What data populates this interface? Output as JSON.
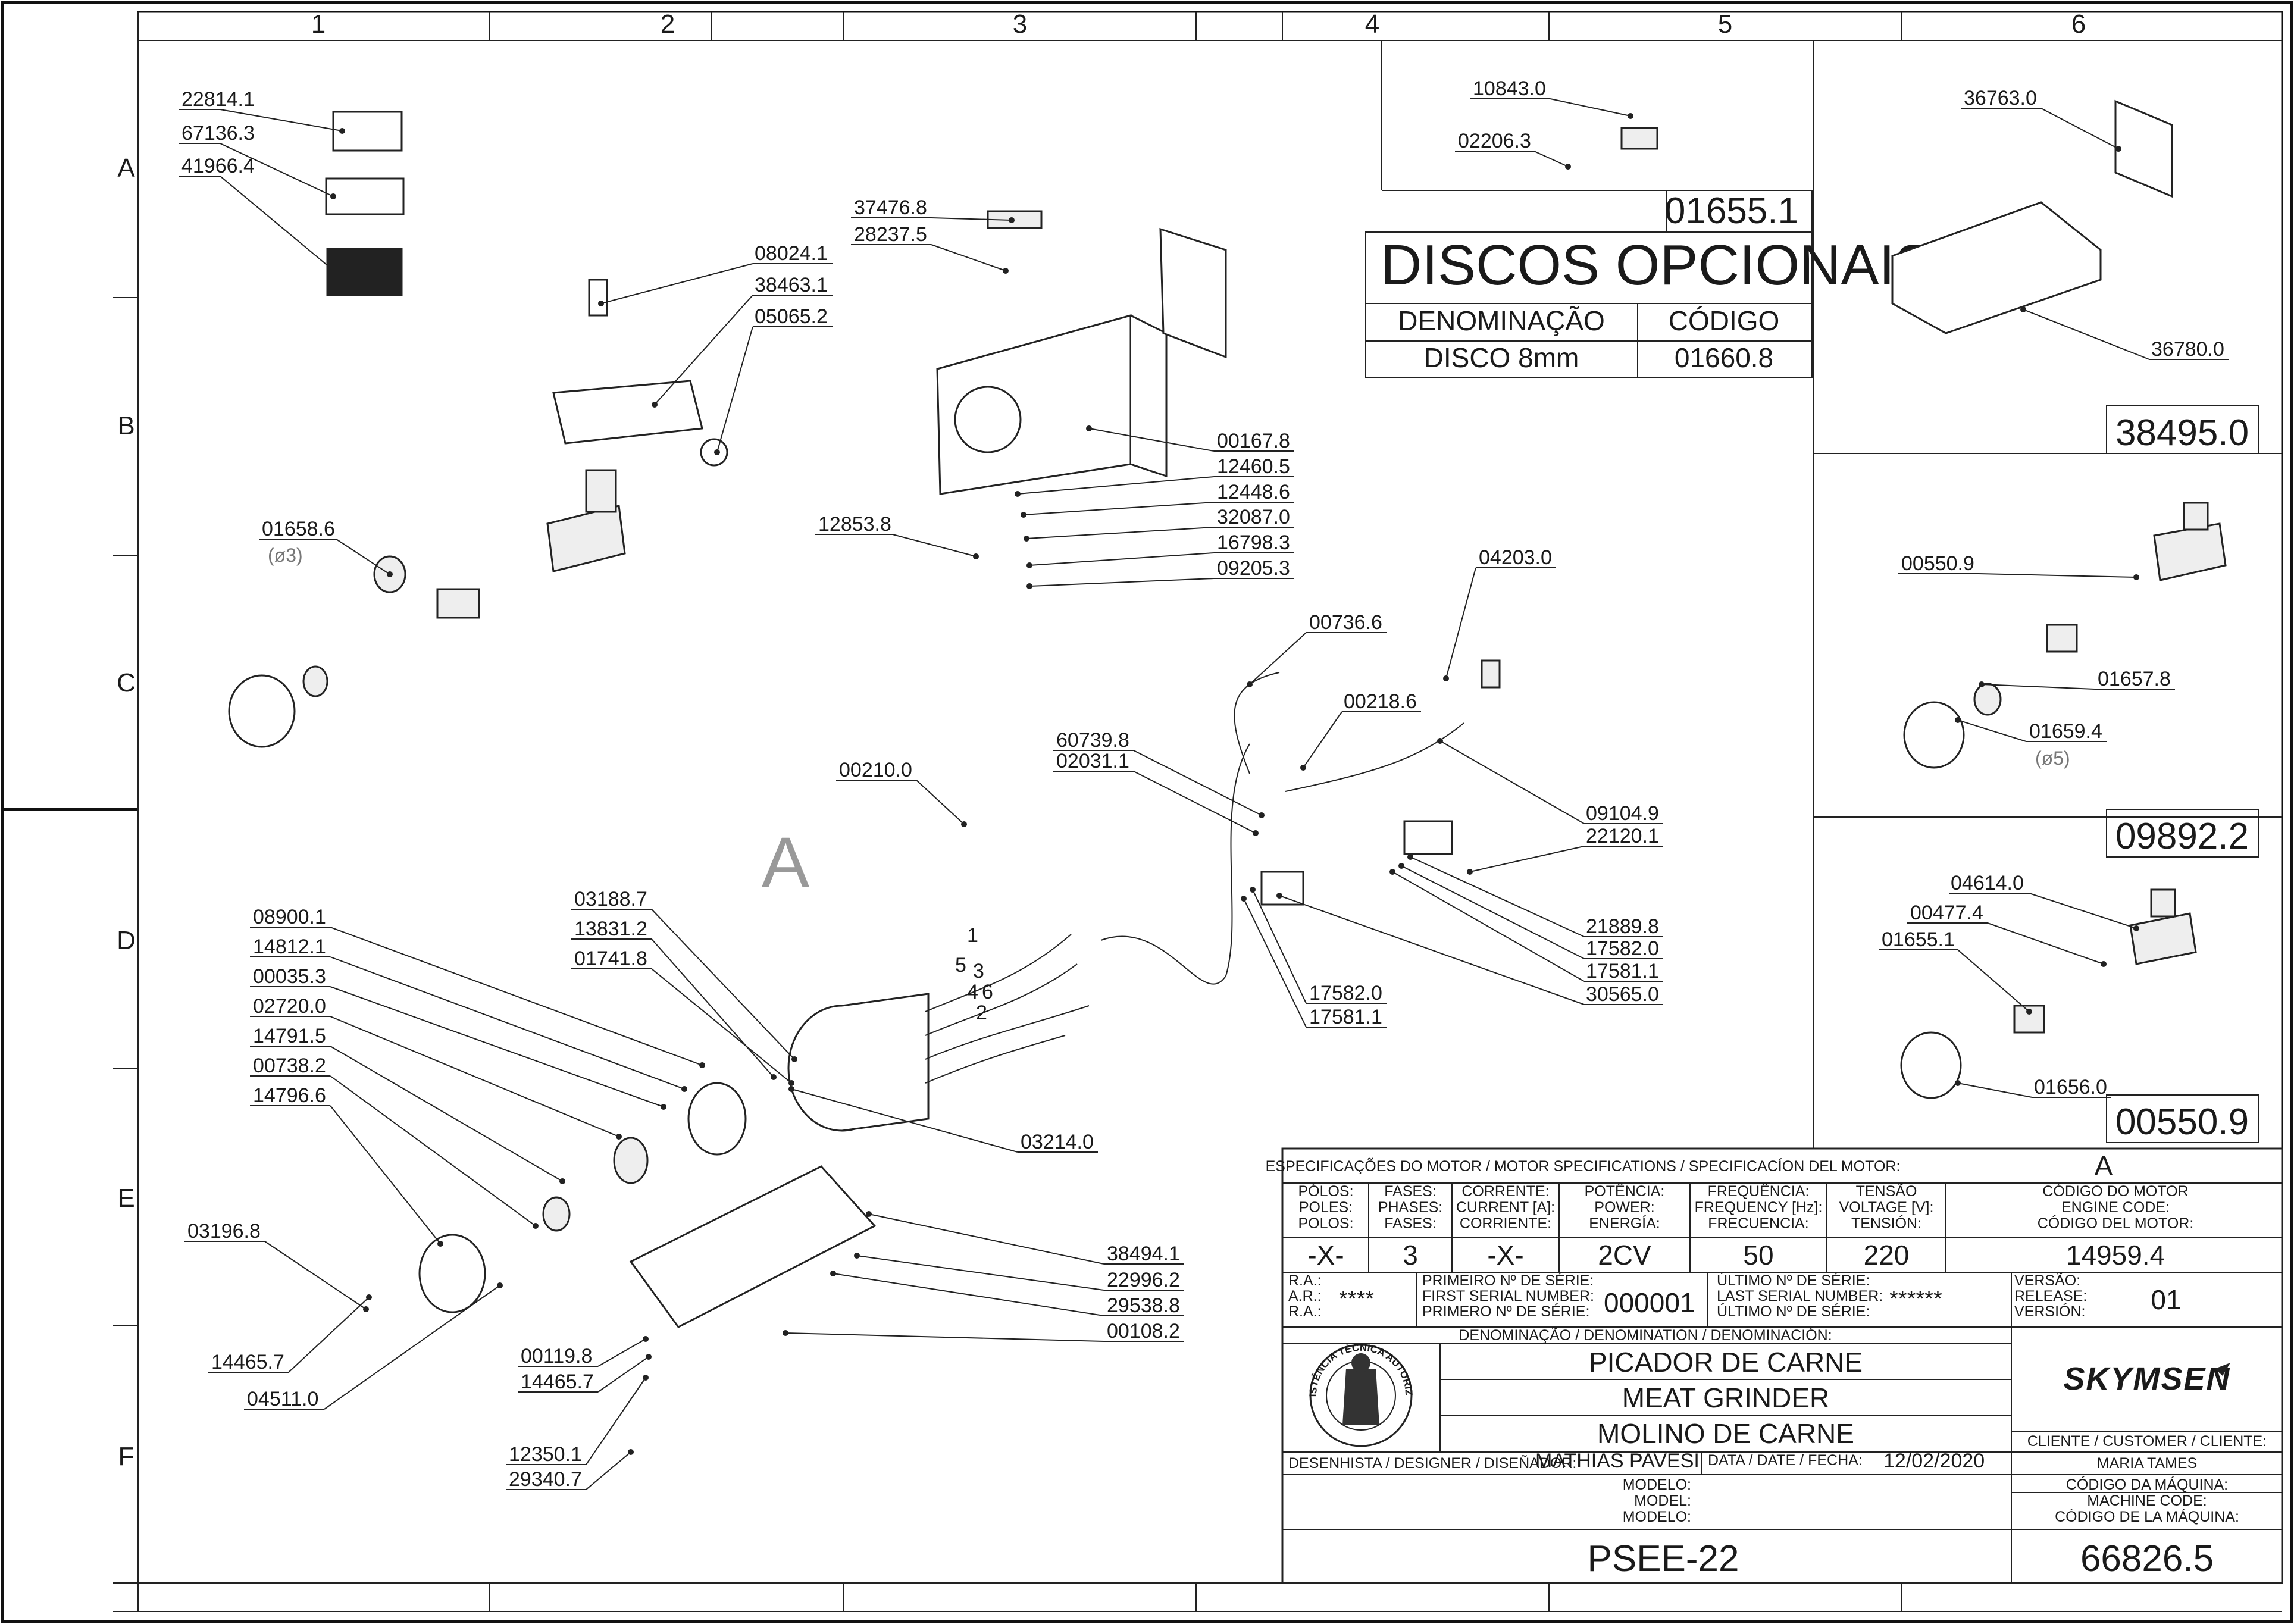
{
  "grid": {
    "columns": [
      "1",
      "2",
      "3",
      "4",
      "5",
      "6"
    ],
    "rows": [
      "A",
      "B",
      "C",
      "D",
      "E",
      "F"
    ]
  },
  "callouts": [
    {
      "id": "c1",
      "text": "22814.1"
    },
    {
      "id": "c2",
      "text": "67136.3"
    },
    {
      "id": "c3",
      "text": "41966.4"
    },
    {
      "id": "c4",
      "text": "08024.1"
    },
    {
      "id": "c5",
      "text": "38463.1"
    },
    {
      "id": "c6",
      "text": "05065.2"
    },
    {
      "id": "c7",
      "text": "01658.6"
    },
    {
      "id": "c8",
      "text": "37476.8"
    },
    {
      "id": "c9",
      "text": "28237.5"
    },
    {
      "id": "c10",
      "text": "00167.8"
    },
    {
      "id": "c11",
      "text": "12460.5"
    },
    {
      "id": "c12",
      "text": "12448.6"
    },
    {
      "id": "c13",
      "text": "32087.0"
    },
    {
      "id": "c14",
      "text": "12853.8"
    },
    {
      "id": "c15",
      "text": "16798.3"
    },
    {
      "id": "c16",
      "text": "09205.3"
    },
    {
      "id": "c17",
      "text": "10843.0"
    },
    {
      "id": "c18",
      "text": "02206.3"
    },
    {
      "id": "c19",
      "text": "36763.0"
    },
    {
      "id": "c20",
      "text": "36780.0"
    },
    {
      "id": "c21",
      "text": "04203.0"
    },
    {
      "id": "c22",
      "text": "00736.6"
    },
    {
      "id": "c23",
      "text": "00218.6"
    },
    {
      "id": "c24",
      "text": "60739.8"
    },
    {
      "id": "c25",
      "text": "02031.1"
    },
    {
      "id": "c26",
      "text": "00210.0"
    },
    {
      "id": "c27",
      "text": "09104.9"
    },
    {
      "id": "c28",
      "text": "22120.1"
    },
    {
      "id": "c29",
      "text": "21889.8"
    },
    {
      "id": "c30",
      "text": "17582.0"
    },
    {
      "id": "c31",
      "text": "17581.1"
    },
    {
      "id": "c32",
      "text": "30565.0"
    },
    {
      "id": "c33",
      "text": "17582.0"
    },
    {
      "id": "c34",
      "text": "17581.1"
    },
    {
      "id": "c35",
      "text": "08900.1"
    },
    {
      "id": "c36",
      "text": "14812.1"
    },
    {
      "id": "c37",
      "text": "00035.3"
    },
    {
      "id": "c38",
      "text": "02720.0"
    },
    {
      "id": "c39",
      "text": "14791.5"
    },
    {
      "id": "c40",
      "text": "00738.2"
    },
    {
      "id": "c41",
      "text": "14796.6"
    },
    {
      "id": "c42",
      "text": "03188.7"
    },
    {
      "id": "c43",
      "text": "13831.2"
    },
    {
      "id": "c44",
      "text": "01741.8"
    },
    {
      "id": "c45",
      "text": "03214.0"
    },
    {
      "id": "c46",
      "text": "03196.8"
    },
    {
      "id": "c47",
      "text": "38494.1"
    },
    {
      "id": "c48",
      "text": "22996.2"
    },
    {
      "id": "c49",
      "text": "29538.8"
    },
    {
      "id": "c50",
      "text": "00108.2"
    },
    {
      "id": "c51",
      "text": "00119.8"
    },
    {
      "id": "c52",
      "text": "14465.7"
    },
    {
      "id": "c53",
      "text": "14465.7"
    },
    {
      "id": "c54",
      "text": "04511.0"
    },
    {
      "id": "c55",
      "text": "12350.1"
    },
    {
      "id": "c56",
      "text": "29340.7"
    },
    {
      "id": "c57",
      "text": "00550.9"
    },
    {
      "id": "c58",
      "text": "01657.8"
    },
    {
      "id": "c59",
      "text": "01659.4"
    },
    {
      "id": "c60",
      "text": "04614.0"
    },
    {
      "id": "c61",
      "text": "00477.4"
    },
    {
      "id": "c62",
      "text": "01655.1"
    },
    {
      "id": "c63",
      "text": "01656.0"
    }
  ],
  "notes": {
    "c7_note": "(ø3)",
    "c59_note": "(ø5)",
    "detail_letter": "A",
    "wire_labels": [
      "1",
      "5",
      "3",
      "4",
      "6",
      "2"
    ]
  },
  "optional_discs": {
    "ref_code": "01655.1",
    "title": "DISCOS OPCIONAIS",
    "col_name": "DENOMINAÇÃO",
    "col_code": "CÓDIGO",
    "rows": [
      {
        "name": "DISCO 8mm",
        "code": "01660.8"
      }
    ]
  },
  "assembly_codes": {
    "cover": "38495.0",
    "kit5": "09892.2",
    "kit_bottom": "00550.9"
  },
  "title_block": {
    "motor_spec_header": "ESPECIFICAÇÕES DO MOTOR / MOTOR SPECIFICATIONS / SPECIFICACÍON DEL MOTOR:",
    "motor_id": "A",
    "spec_headers": [
      [
        "PÓLOS:",
        "POLES:",
        "POLOS:"
      ],
      [
        "FASES:",
        "PHASES:",
        "FASES:"
      ],
      [
        "CORRENTE:",
        "CURRENT [A]:",
        "CORRIENTE:"
      ],
      [
        "POTÊNCIA:",
        "POWER:",
        "ENERGÍA:"
      ],
      [
        "FREQUÊNCIA:",
        "FREQUENCY [Hz]:",
        "FRECUENCIA:"
      ],
      [
        "TENSÃO",
        "VOLTAGE [V]:",
        "TENSIÓN:"
      ],
      [
        "CÓDIGO DO MOTOR",
        "ENGINE CODE:",
        "CÓDIGO DEL MOTOR:"
      ]
    ],
    "spec_values": [
      "-X-",
      "3",
      "-X-",
      "2CV",
      "50",
      "220",
      "14959.4"
    ],
    "ra_labels": [
      "R.A.:",
      "A.R.:",
      "R.A.:"
    ],
    "ra_value": "****",
    "first_serial_labels": [
      "PRIMEIRO Nº DE SÉRIE:",
      "FIRST SERIAL NUMBER:",
      "PRIMERO Nº DE SÉRIE:"
    ],
    "first_serial": "000001",
    "last_serial_labels": [
      "ÚLTIMO Nº DE SÉRIE:",
      "LAST SERIAL NUMBER:",
      "ÚLTIMO Nº DE SÉRIE:"
    ],
    "last_serial": "******",
    "version_labels": [
      "VERSÃO:",
      "RELEASE:",
      "VERSIÓN:"
    ],
    "version": "01",
    "denomination_label": "DENOMINAÇÃO / DENOMINATION / DENOMINACIÓN:",
    "names": [
      "PICADOR DE CARNE",
      "MEAT GRINDER",
      "MOLINO DE CARNE"
    ],
    "brand": "SKYMSEN",
    "seal_text": "ASSISTÊNCIA TÉCNICA AUTORIZADA",
    "customer_label": "CLIENTE / CUSTOMER / CLIENTE:",
    "customer": "MARIA TAMES",
    "designer_label": "DESENHISTA / DESIGNER / DISEÑADOR:",
    "designer": "MATHIAS PAVESI",
    "date_label": "DATA / DATE / FECHA:",
    "date": "12/02/2020",
    "model_labels": [
      "MODELO:",
      "MODEL:",
      "MODELO:"
    ],
    "model": "PSEE-22",
    "machine_code_labels": [
      "CÓDIGO DA MÁQUINA:",
      "MACHINE CODE:",
      "CÓDIGO DE LA MÁQUINA:"
    ],
    "machine_code": "66826.5"
  }
}
